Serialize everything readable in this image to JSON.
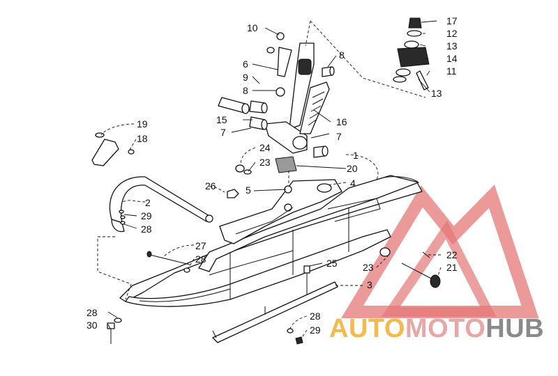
{
  "diagram": {
    "callouts": [
      {
        "id": "c1",
        "label": "1"
      },
      {
        "id": "c2",
        "label": "2"
      },
      {
        "id": "c3",
        "label": "3"
      },
      {
        "id": "c4",
        "label": "4"
      },
      {
        "id": "c5",
        "label": "5"
      },
      {
        "id": "c6",
        "label": "6"
      },
      {
        "id": "c7a",
        "label": "7"
      },
      {
        "id": "c7b",
        "label": "7"
      },
      {
        "id": "c8a",
        "label": "8"
      },
      {
        "id": "c8b",
        "label": "8"
      },
      {
        "id": "c9",
        "label": "9"
      },
      {
        "id": "c10",
        "label": "10"
      },
      {
        "id": "c11",
        "label": "11"
      },
      {
        "id": "c12",
        "label": "12"
      },
      {
        "id": "c13a",
        "label": "13"
      },
      {
        "id": "c13b",
        "label": "13"
      },
      {
        "id": "c14",
        "label": "14"
      },
      {
        "id": "c15",
        "label": "15"
      },
      {
        "id": "c16",
        "label": "16"
      },
      {
        "id": "c17",
        "label": "17"
      },
      {
        "id": "c18",
        "label": "18"
      },
      {
        "id": "c19",
        "label": "19"
      },
      {
        "id": "c20",
        "label": "20"
      },
      {
        "id": "c21",
        "label": "21"
      },
      {
        "id": "c22",
        "label": "22"
      },
      {
        "id": "c23a",
        "label": "23"
      },
      {
        "id": "c23b",
        "label": "23"
      },
      {
        "id": "c24",
        "label": "24"
      },
      {
        "id": "c25",
        "label": "25"
      },
      {
        "id": "c26",
        "label": "26"
      },
      {
        "id": "c27",
        "label": "27"
      },
      {
        "id": "c28a",
        "label": "28"
      },
      {
        "id": "c28b",
        "label": "28"
      },
      {
        "id": "c28c",
        "label": "28"
      },
      {
        "id": "c28d",
        "label": "28"
      },
      {
        "id": "c29a",
        "label": "29"
      },
      {
        "id": "c29b",
        "label": "29"
      },
      {
        "id": "c30",
        "label": "30"
      }
    ]
  },
  "watermark": {
    "segments": [
      {
        "text": "AUTO",
        "color": "#f5b94c"
      },
      {
        "text": "MOTO",
        "color": "#e8a6a6"
      },
      {
        "text": "HUB",
        "color": "#8a8a8a"
      }
    ],
    "logo_color": "#e06060"
  }
}
